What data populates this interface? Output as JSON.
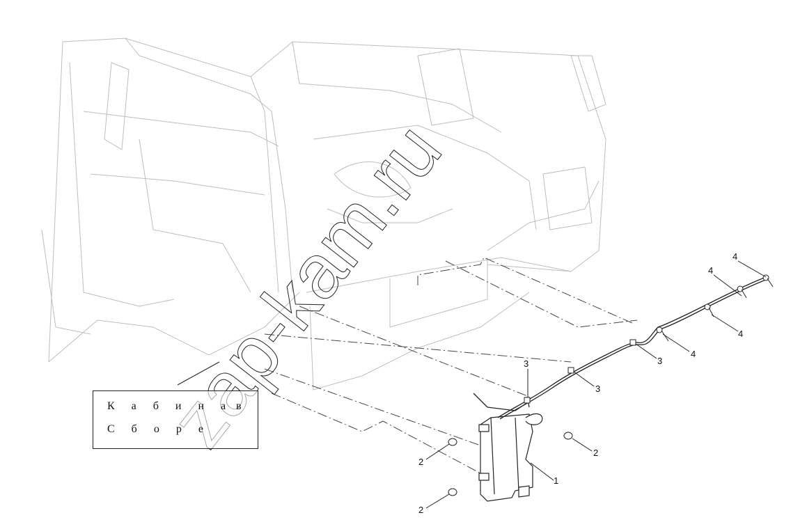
{
  "diagram": {
    "label_box": {
      "line1": "К а б и н а",
      "line1_tail": "в",
      "line2": "С б о р е"
    },
    "watermark": "zap-kam.ru",
    "callouts": [
      {
        "id": "c1",
        "text": "1"
      },
      {
        "id": "c2a",
        "text": "2"
      },
      {
        "id": "c2b",
        "text": "2"
      },
      {
        "id": "c2c",
        "text": "2"
      },
      {
        "id": "c3a",
        "text": "3"
      },
      {
        "id": "c3b",
        "text": "3"
      },
      {
        "id": "c3c",
        "text": "3"
      },
      {
        "id": "c4a",
        "text": "4"
      },
      {
        "id": "c4b",
        "text": "4"
      },
      {
        "id": "c4c",
        "text": "4"
      },
      {
        "id": "c4d",
        "text": "4"
      }
    ],
    "colors": {
      "line": "#222222",
      "faint": "#b8b8b8",
      "dash": "#444444"
    }
  }
}
